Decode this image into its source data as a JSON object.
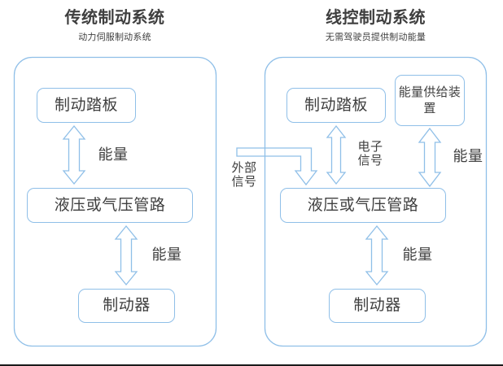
{
  "figure": {
    "kind": "comparison-diagram",
    "accent_color": "#8fbfe8",
    "arrow_color": "#8fbfe8",
    "text_color": "#3f3f3f",
    "background": "#ffffff"
  },
  "panels": [
    {
      "id": "traditional",
      "title": "传统制动系统",
      "subtitle": "动力伺服制动系统",
      "nodes": [
        {
          "id": "pedal",
          "label": "制动踏板"
        },
        {
          "id": "line",
          "label": "液压或气压管路"
        },
        {
          "id": "brake",
          "label": "制动器"
        }
      ],
      "edges": [
        {
          "id": "pedal-line",
          "label": "能量",
          "type": "double-arrow"
        },
        {
          "id": "line-brake",
          "label": "能量",
          "type": "double-arrow"
        }
      ]
    },
    {
      "id": "brake-by-wire",
      "title": "线控制动系统",
      "subtitle": "无需驾驶员提供制动能量",
      "nodes": [
        {
          "id": "pedal",
          "label": "制动踏板"
        },
        {
          "id": "supply",
          "label": "能量供给装置"
        },
        {
          "id": "line",
          "label": "液压或气压管路"
        },
        {
          "id": "brake",
          "label": "制动器"
        }
      ],
      "edges": [
        {
          "id": "pedal-line",
          "label": "电子\n信号",
          "type": "double-arrow"
        },
        {
          "id": "supply-line",
          "label": "能量",
          "type": "double-arrow"
        },
        {
          "id": "line-brake",
          "label": "能量",
          "type": "double-arrow"
        },
        {
          "id": "external-line",
          "label": "外部\n信号",
          "type": "elbow-arrow"
        }
      ]
    }
  ]
}
